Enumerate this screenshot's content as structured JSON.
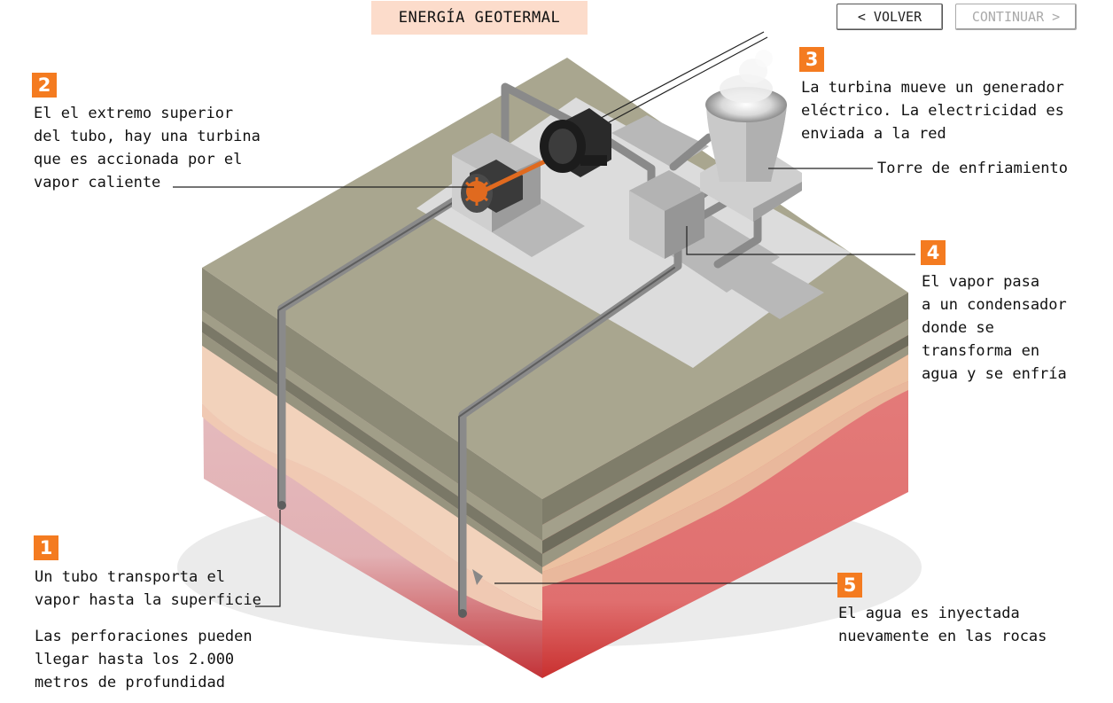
{
  "header": {
    "title": "ENERGÍA GEOTERMAL",
    "back_label": "< VOLVER",
    "next_label": "CONTINUAR >"
  },
  "steps": [
    {
      "number": "1",
      "text": "Un tubo transporta el\nvapor hasta la superficie",
      "note": "Las perforaciones pueden\nllegar hasta los 2.000\nmetros de profundidad"
    },
    {
      "number": "2",
      "text": "El el extremo superior\ndel tubo, hay una turbina\nque es accionada por el\nvapor caliente"
    },
    {
      "number": "3",
      "text": "La turbina mueve un generador\neléctrico. La electricidad es\nenviada a la red"
    },
    {
      "number": "4",
      "text": "El vapor pasa\na un condensador\ndonde se\ntransforma en\nagua y se enfría"
    },
    {
      "number": "5",
      "text": "El agua es inyectada\nnuevamente en las rocas"
    }
  ],
  "labels": {
    "cooling_tower": "Torre de enfriamiento"
  },
  "colors": {
    "accent": "#f47b20",
    "title_bg": "#fcdccb",
    "ground_top": "#a9a68f",
    "magma": "#c8282a"
  }
}
